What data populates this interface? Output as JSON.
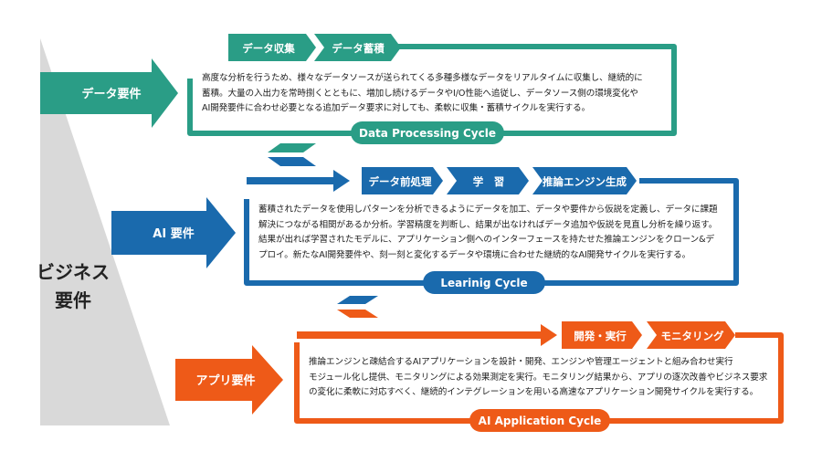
{
  "business": "ビジネス\n要件",
  "colors": {
    "data": "#2a9d86",
    "ai": "#1a6aad",
    "app": "#ee5a18",
    "triangle": "#d9d9d9"
  },
  "rows": [
    {
      "id": "data",
      "requirement": "データ要件",
      "steps": [
        "データ収集",
        "データ蓄積"
      ],
      "description": "高度な分析を行うため、様々なデータソースが送られてくる多種多様なデータをリアルタイムに収集し、継続的に\n蓄積。大量の入出力を常時捌くとともに、増加し続けるデータやI/O性能へ追従し、データソース側の環境変化や\nAI開発要件に合わせ必要となる追加データ要求に対しても、柔軟に収集・蓄積サイクルを実行する。",
      "cycle": "Data Processing Cycle"
    },
    {
      "id": "ai",
      "requirement": "AI 要件",
      "steps": [
        "データ前処理",
        "学　習",
        "推論エンジン生成"
      ],
      "description": "蓄積されたデータを使用しパターンを分析できるようにデータを加工、データや要件から仮説を定義し、データに課題\n解決につながる相関があるか分析。学習精度を判断し、結果が出なければデータ追加や仮説を見直し分析を繰り返す。\n結果が出れば学習されたモデルに、アプリケーション側へのインターフェースを持たせた推論エンジンをクローン&デ\nプロイ。新たなAI開発要件や、刻一刻と変化するデータや環境に合わせた継続的なAI開発サイクルを実行する。",
      "cycle": "Learinig Cycle"
    },
    {
      "id": "app",
      "requirement": "アプリ要件",
      "steps": [
        "開発・実行",
        "モニタリング"
      ],
      "description": "推論エンジンと疎結合するAIアプリケーションを設計・開発、エンジンや管理エージェントと組み合わせ実行\nモジュール化し提供、モニタリングによる効果測定を実行。モニタリング結果から、アプリの逐次改善やビジネス要求\nの変化に柔軟に対応すべく、継続的インテグレーションを用いる高速なアプリケーション開発サイクルを実行する。",
      "cycle": "AI Application Cycle"
    }
  ]
}
